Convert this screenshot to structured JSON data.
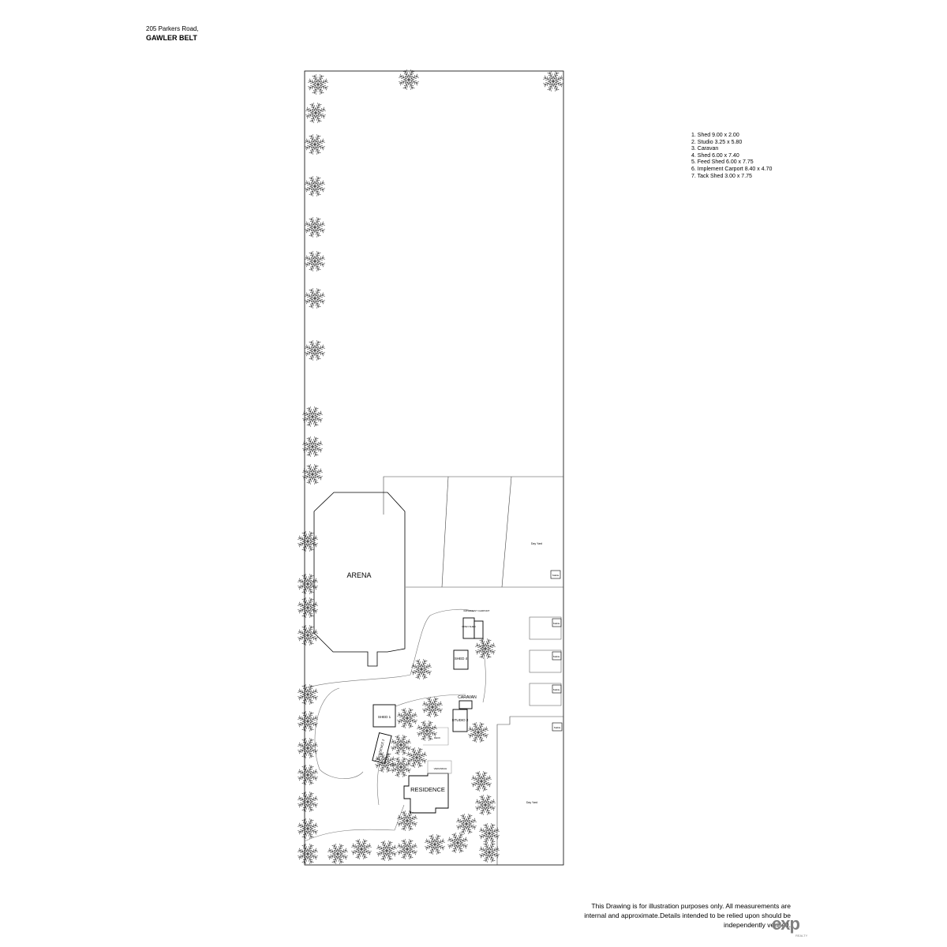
{
  "address": {
    "street": "205 Parkers Road,",
    "suburb": "GAWLER BELT"
  },
  "legend": [
    "1.  Shed 9.00 x 2.00",
    "2.  Studio 3.25 x 5.80",
    "3.  Caravan",
    "4.  Shed 6.00 x 7.40",
    "5.  Feed Shed 6.00 x 7.75",
    "6.  Implement Carport 8.40 x 4.70",
    "7.  Tack Shed 3.00 x 7.75"
  ],
  "labels": {
    "arena": "ARENA",
    "residence": "RESIDENCE",
    "verandah": "VERANDAH",
    "deck": "DECK",
    "caravan": "CARAVAN",
    "shed1": "SHED 1",
    "shed4": "SHED 4",
    "studio": "STUDIO 2",
    "implement_carport": "IMPLEMENT CARPORT",
    "open_shed": "OPEN SHED",
    "day_yard": "Day Yard",
    "stable": "Stable",
    "residence2": "RESIDENCE 2"
  },
  "disclaimer": "This Drawing is for illustration purposes only. All measurements are internal and approximate.Details intended to be relied upon should be independently verified.",
  "logo": {
    "text": "exp",
    "subtext": "REALTY"
  }
}
